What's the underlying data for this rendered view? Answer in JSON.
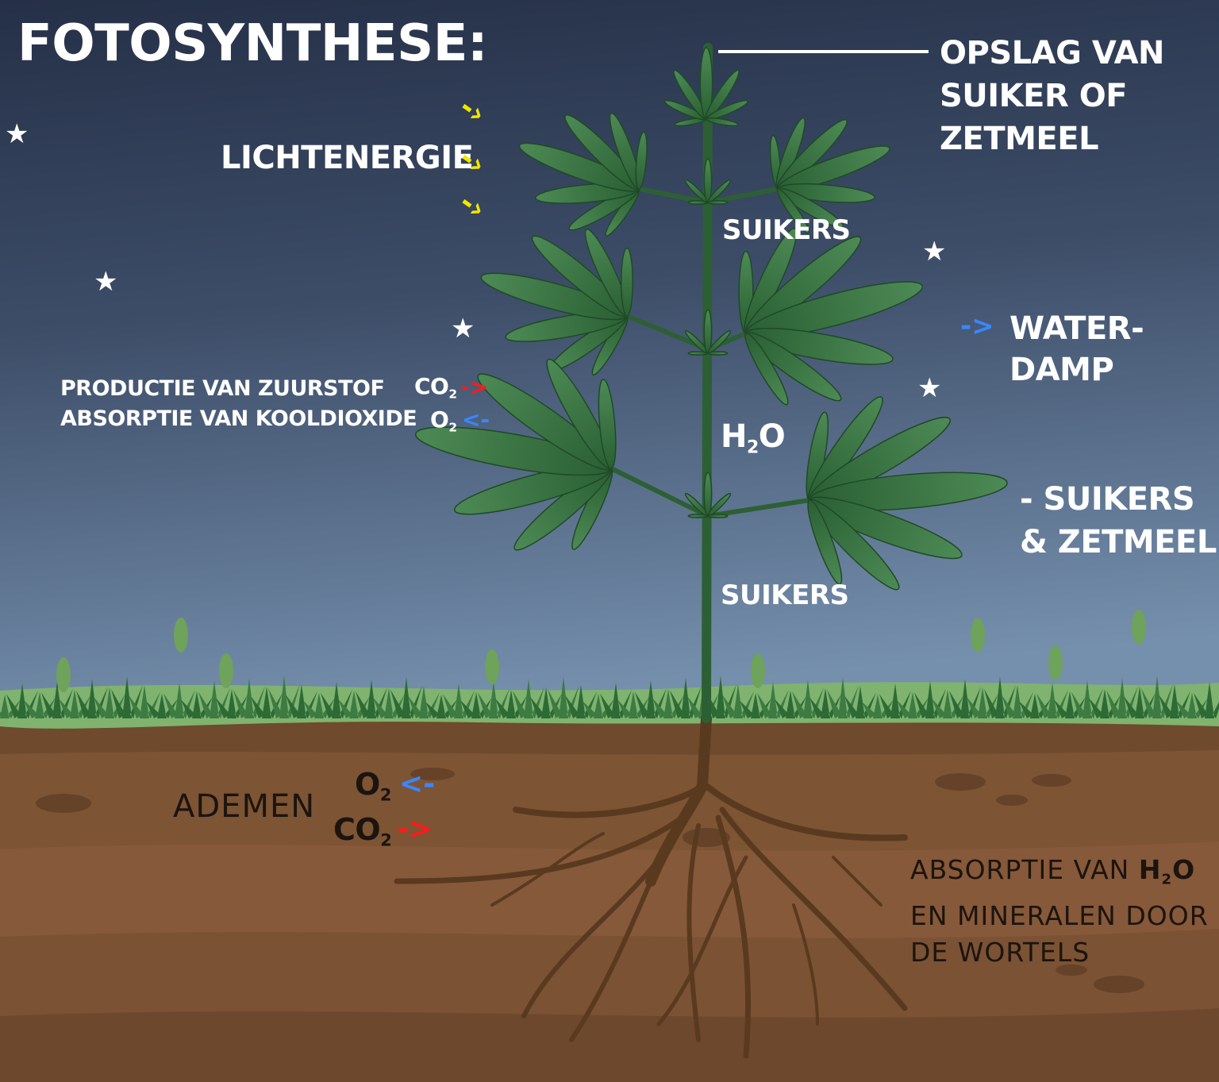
{
  "title": "FOTOSYNTHESE:",
  "light": {
    "label": "LICHTENERGIE",
    "arrow": "-›",
    "color": "#f2e600"
  },
  "storage": {
    "lines": [
      "OPSLAG VAN",
      "SUIKER OF",
      "ZETMEEL"
    ]
  },
  "stem_labels": {
    "sugars_top": "SUIKERS",
    "water_main": "H",
    "water_sub": "2",
    "water_tail": "O",
    "sugars_bottom": "SUIKERS"
  },
  "vapour": {
    "arrow": "->",
    "lines": [
      "WATER-",
      "DAMP"
    ],
    "color": "#3a86ff"
  },
  "sugar_starch": {
    "lines": [
      "- SUIKERS",
      "& ZETMEEL"
    ]
  },
  "leaf_exchange": {
    "line1": "PRODUCTIE VAN ZUURSTOF",
    "line2": "ABSORPTIE VAN KOOLDIOXIDE",
    "co2_main": "CO",
    "co2_sub": "2",
    "co2_arrow": "->",
    "o2_main": "O",
    "o2_sub": "2",
    "o2_arrow": "<-"
  },
  "roots": {
    "breathing": "ADEMEN",
    "o2_main": "O",
    "o2_sub": "2",
    "o2_arrow": "<-",
    "co2_main": "CO",
    "co2_sub": "2",
    "co2_arrow": "->",
    "absorption_line1_a": "ABSORPTIE VAN ",
    "absorption_line1_b": "H",
    "absorption_line1_sub": "2",
    "absorption_line1_c": "O",
    "absorption_line2": "EN MINERALEN DOOR",
    "absorption_line3": "DE WORTELS"
  },
  "colors": {
    "red_arrow": "#ff1a1a",
    "blue_arrow": "#3a86ff",
    "sky_top": "#27324a",
    "sky_bottom": "#6f8aa6",
    "soil": "#7b5232",
    "leaf": "#2f6b3a"
  }
}
